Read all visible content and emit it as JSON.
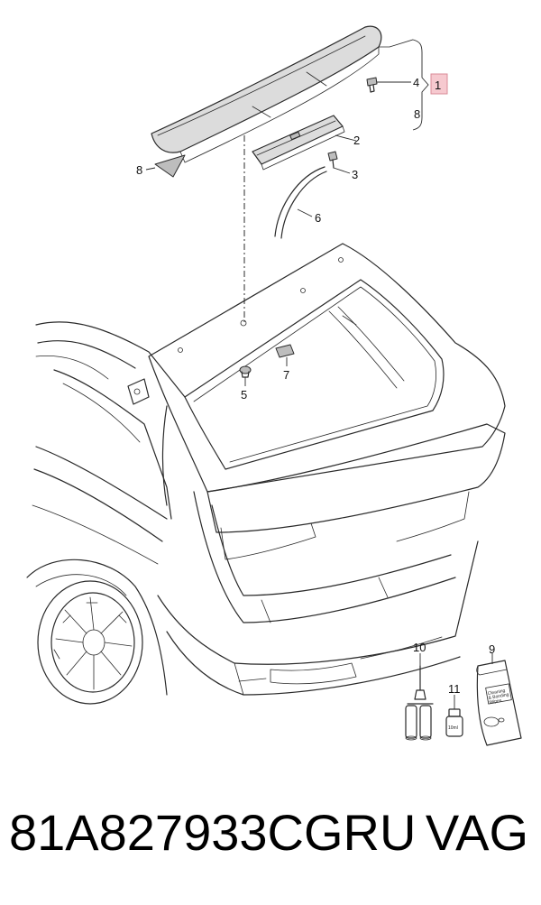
{
  "callouts": {
    "c1": "1",
    "c2": "2",
    "c3": "3",
    "c4": "4",
    "c5": "5",
    "c6": "6",
    "c7": "7",
    "c8_top": "8",
    "c8_left": "8",
    "c9": "9",
    "c10": "10",
    "c11": "11"
  },
  "kit": {
    "bottle_label": "10ml",
    "bag_label_1": "Cleaning",
    "bag_label_2": "& Bonding",
    "bag_label_3": "Wipes"
  },
  "footer": {
    "part_number": "81A827933CGRU",
    "brand": "VAG"
  },
  "colors": {
    "part_fill": "#dcdcdc",
    "line": "#2a2a2a",
    "callout_box": "#f6c9cf"
  }
}
